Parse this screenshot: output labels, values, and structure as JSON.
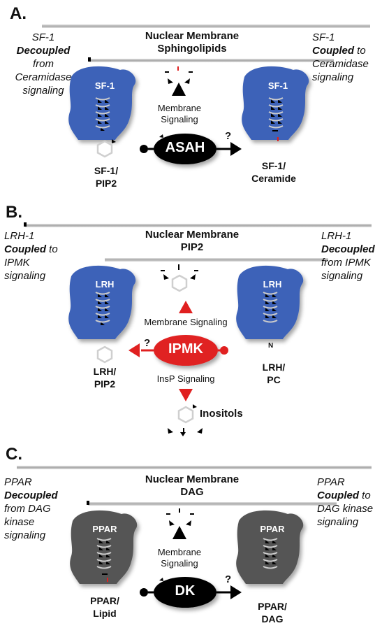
{
  "panels": {
    "a": {
      "letter": "A.",
      "membrane_title_1": "Nuclear Membrane",
      "membrane_title_2": "Sphingolipids",
      "left_1": "SF-1",
      "left_2": "Decoupled",
      "left_3": "from",
      "left_4": "Ceramidase",
      "left_5": "signaling",
      "right_1": "SF-1",
      "right_2": "Coupled",
      "right_2b": " to",
      "right_3": "Ceramidase",
      "right_4": "signaling",
      "protein_left": "SF-1",
      "protein_right": "SF-1",
      "signal_1": "Membrane",
      "signal_2": "Signaling",
      "enzyme": "ASAH",
      "question": "?",
      "complex_left_1": "SF-1/",
      "complex_left_2": "PIP2",
      "complex_right_1": "SF-1/",
      "complex_right_2": "Ceramide"
    },
    "b": {
      "letter": "B.",
      "membrane_title_1": "Nuclear Membrane",
      "membrane_title_2": "PIP2",
      "left_1": "LRH-1",
      "left_2": "Coupled",
      "left_2b": " to",
      "left_3": "IPMK",
      "left_4": "signaling",
      "right_1": "LRH-1",
      "right_2": "Decoupled",
      "right_3": "from IPMK",
      "right_4": "signaling",
      "protein_left": "LRH",
      "protein_right": "LRH",
      "signal_up": "Membrane Signaling",
      "signal_down": "InsP Signaling",
      "enzyme": "IPMK",
      "question": "?",
      "n_label": "N",
      "complex_left_1": "LRH/",
      "complex_left_2": "PIP2",
      "complex_right_1": "LRH/",
      "complex_right_2": "PC",
      "product": "Inositols"
    },
    "c": {
      "letter": "C.",
      "membrane_title_1": "Nuclear Membrane",
      "membrane_title_2": "DAG",
      "left_1": "PPAR",
      "left_2": "Decoupled",
      "left_3": "from DAG",
      "left_4": "kinase",
      "left_5": "signaling",
      "right_1": "PPAR",
      "right_2": "Coupled",
      "right_2b": " to",
      "right_3": "DAG kinase",
      "right_4": "signaling",
      "protein_left": "PPAR",
      "protein_right": "PPAR",
      "signal_1": "Membrane",
      "signal_2": "Signaling",
      "enzyme": "DK",
      "question": "?",
      "complex_left_1": "PPAR/",
      "complex_left_2": "Lipid",
      "complex_right_1": "PPAR/",
      "complex_right_2": "DAG"
    }
  },
  "colors": {
    "membrane": "#bdbdbd",
    "blue_protein": "#3d62b8",
    "gray_protein": "#555555",
    "enzyme_black": "#000000",
    "enzyme_red": "#e02020",
    "red_accent": "#e02020"
  },
  "icons": [
    "hexagon-ring-icon",
    "arrow-triangle-icon",
    "circle-inhibit-icon",
    "helix-icon"
  ]
}
